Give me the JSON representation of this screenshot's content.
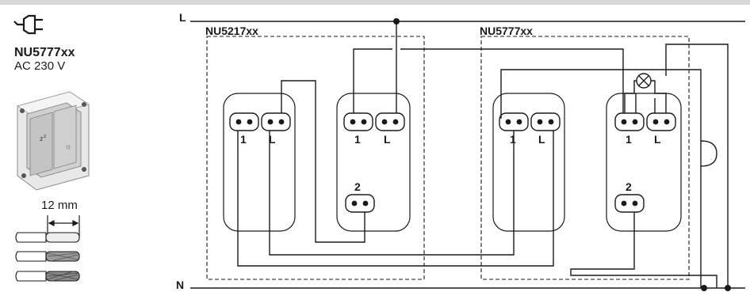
{
  "product": {
    "code": "NU5777xx",
    "voltage": "AC 230 V",
    "strip_length": "12 mm"
  },
  "rails": {
    "live": "L",
    "neutral": "N"
  },
  "devices": {
    "left_group": "NU5217xx",
    "right_group": "NU5777xx"
  },
  "terminals": {
    "one": "1",
    "live": "L",
    "two": "2"
  },
  "icons": {
    "plug": "plug-icon",
    "switch": "switch-photo-icon",
    "lamp": "lamp-icon",
    "wire": "wire-strand-icon"
  }
}
